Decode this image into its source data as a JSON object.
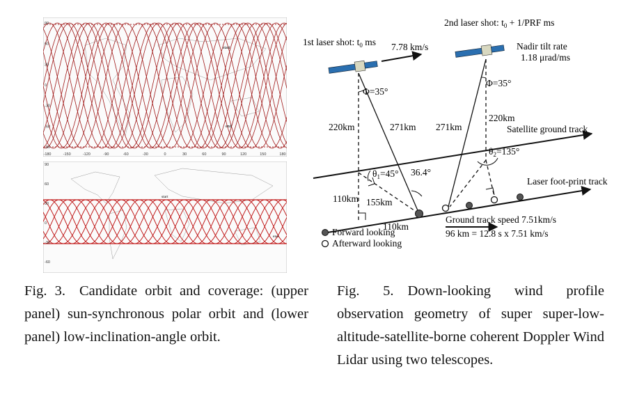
{
  "fig3": {
    "upper_map": {
      "start_label": "start",
      "end_label": "end",
      "lon_ticks": [
        "-180",
        "-150",
        "-120",
        "-90",
        "-60",
        "-30",
        "0",
        "30",
        "60",
        "90",
        "120",
        "150",
        "180"
      ],
      "lat_ticks": [
        "90",
        "60",
        "30",
        "0",
        "-30",
        "-60",
        "-90"
      ],
      "track_color": "#a01818"
    },
    "lower_map": {
      "start_label": "start",
      "end_label": "end",
      "lat_ticks": [
        "90",
        "60",
        "30",
        "0",
        "-30",
        "-60"
      ],
      "track_color": "#c01818"
    },
    "caption_label": "Fig. 3.",
    "caption_text": "Candidate orbit and coverage: (upper panel) sun-synchronous polar orbit and (lower panel) low-inclination-angle orbit."
  },
  "fig5": {
    "first_shot": "1st laser shot: t",
    "first_shot_sub": "0",
    "first_shot_tail": " ms",
    "second_shot": "2nd laser shot: t",
    "second_shot_sub": "0",
    "second_shot_tail": " + 1/PRF ms",
    "velocity": "7.78 km/s",
    "nadir_tilt_title": "Nadir tilt rate",
    "nadir_tilt_value": "1.18 μrad/ms",
    "phi_left": "Φ=35°",
    "phi_right": "Φ=35°",
    "alt_left": "220km",
    "alt_right": "220km",
    "slant_left": "271km",
    "slant_right": "271km",
    "sat_ground_track": "Satellite ground track",
    "theta1": "θ",
    "theta1_sub": "1",
    "theta1_tail": "=45°",
    "theta2": "θ",
    "theta2_sub": "2",
    "theta2_tail": "=135°",
    "angle_364": "36.4°",
    "laser_track": "Laser foot-print track",
    "dist_110_vertical": "110km",
    "dist_155": "155km",
    "dist_110_horizontal": "110km",
    "ground_speed": "Ground track speed 7.51km/s",
    "equation": "96 km = 12.8 s x 7.51 km/s",
    "legend_forward": "Forward looking",
    "legend_afterward": "Afterward looking",
    "caption_label": "Fig. 5.",
    "caption_text": "Down-looking wind profile observation geometry of super super-low-altitude-satellite-borne coherent Doppler Wind Lidar using two telescopes."
  }
}
